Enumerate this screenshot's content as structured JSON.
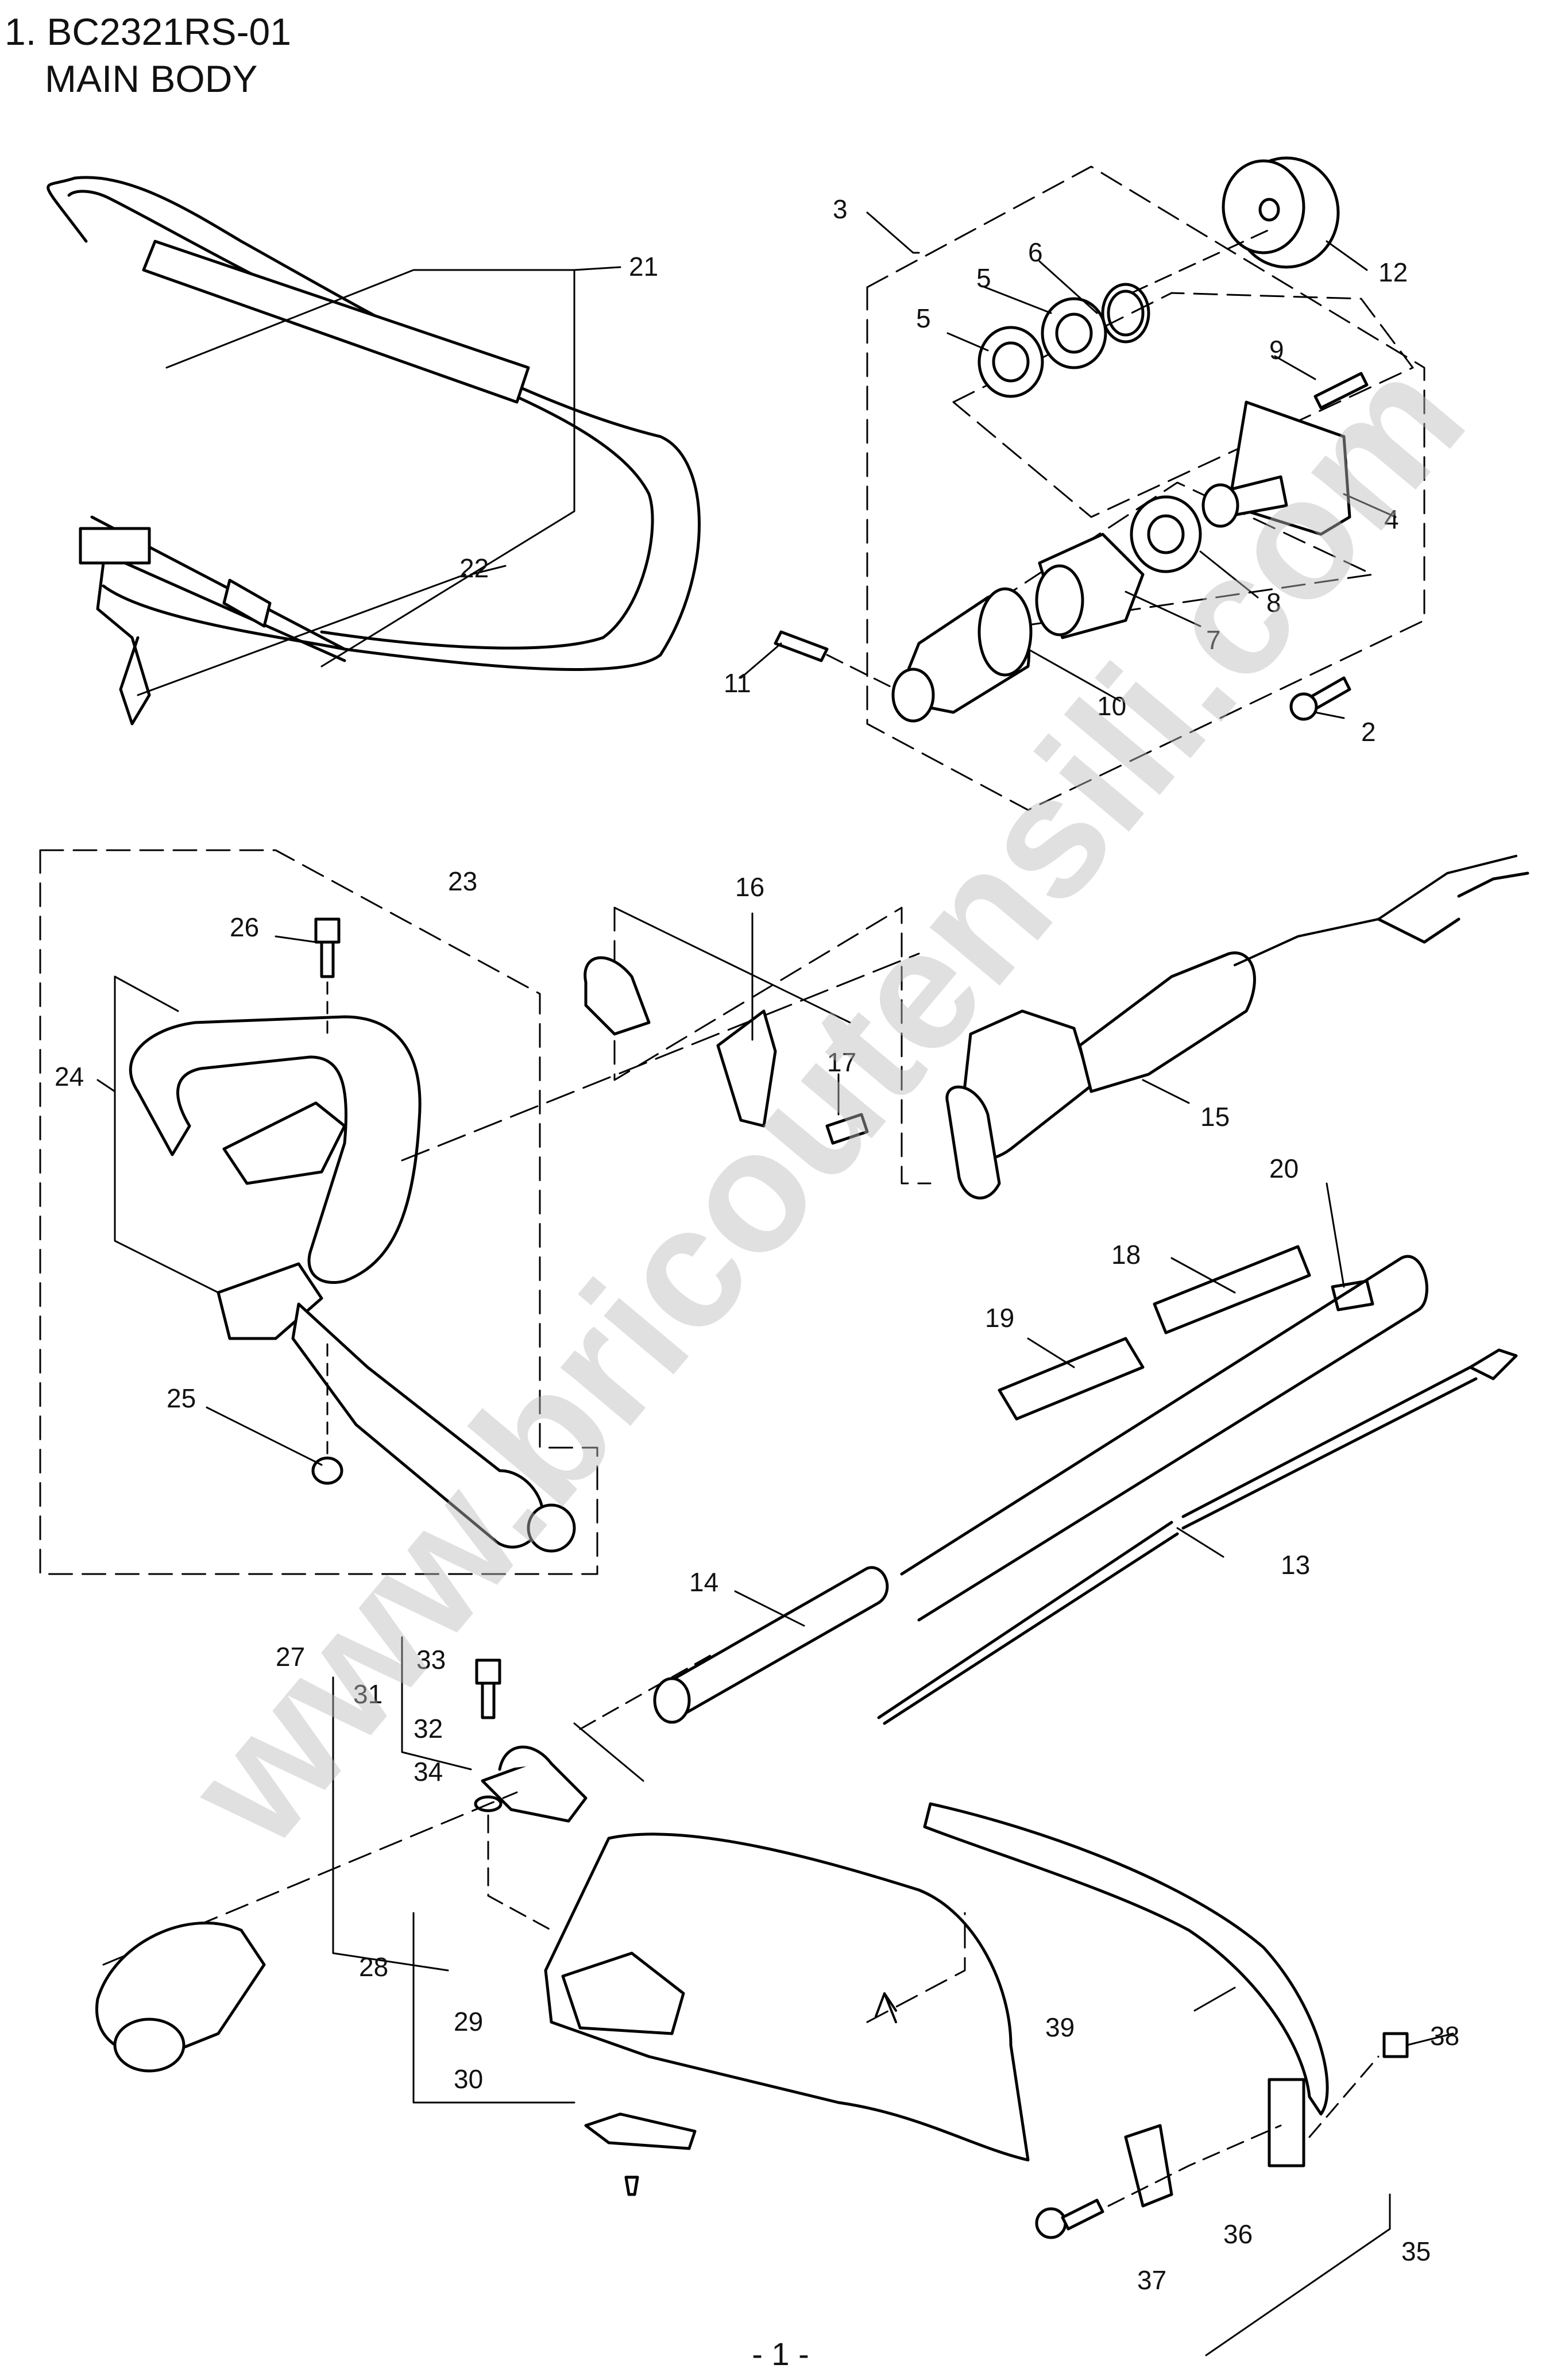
{
  "page": {
    "title_line1": "1. BC2321RS-01",
    "title_line2": "MAIN BODY",
    "page_number": "- 1 -",
    "watermark": "www.bricoutensili.com"
  },
  "callouts": {
    "p2": "2",
    "p3": "3",
    "p4": "4",
    "p5a": "5",
    "p5b": "5",
    "p6": "6",
    "p7": "7",
    "p8": "8",
    "p9": "9",
    "p10": "10",
    "p11": "11",
    "p12": "12",
    "p13": "13",
    "p14": "14",
    "p15": "15",
    "p16": "16",
    "p17": "17",
    "p18": "18",
    "p19": "19",
    "p20": "20",
    "p21": "21",
    "p22": "22",
    "p23": "23",
    "p24": "24",
    "p25": "25",
    "p26": "26",
    "p27": "27",
    "p28": "28",
    "p29": "29",
    "p30": "30",
    "p31": "31",
    "p32": "32",
    "p33": "33",
    "p34": "34",
    "p35": "35",
    "p36": "36",
    "p37": "37",
    "p38": "38",
    "p39": "39"
  }
}
